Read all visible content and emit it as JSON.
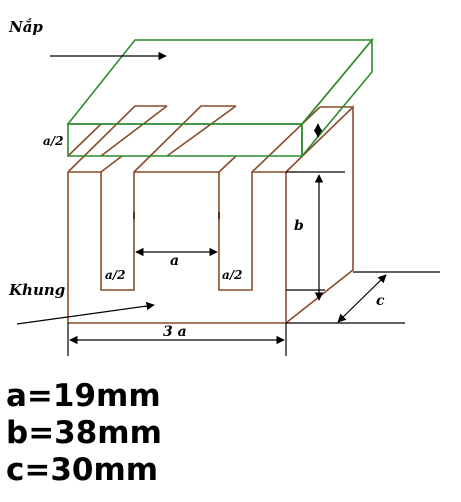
{
  "labels": {
    "lid": "Nắp",
    "frame": "Khung",
    "a_half_lid": "a/2",
    "a_half_left": "a/2",
    "a_half_right": "a/2",
    "a_inner": "a",
    "b": "b",
    "c": "c",
    "three_a": "3 a"
  },
  "dimensions": [
    {
      "text": "a=19mm"
    },
    {
      "text": "b=38mm"
    },
    {
      "text": "c=30mm"
    }
  ],
  "colors": {
    "frame": "#8B4A2B",
    "lid": "#2E8B2E",
    "dimension": "#000000"
  }
}
